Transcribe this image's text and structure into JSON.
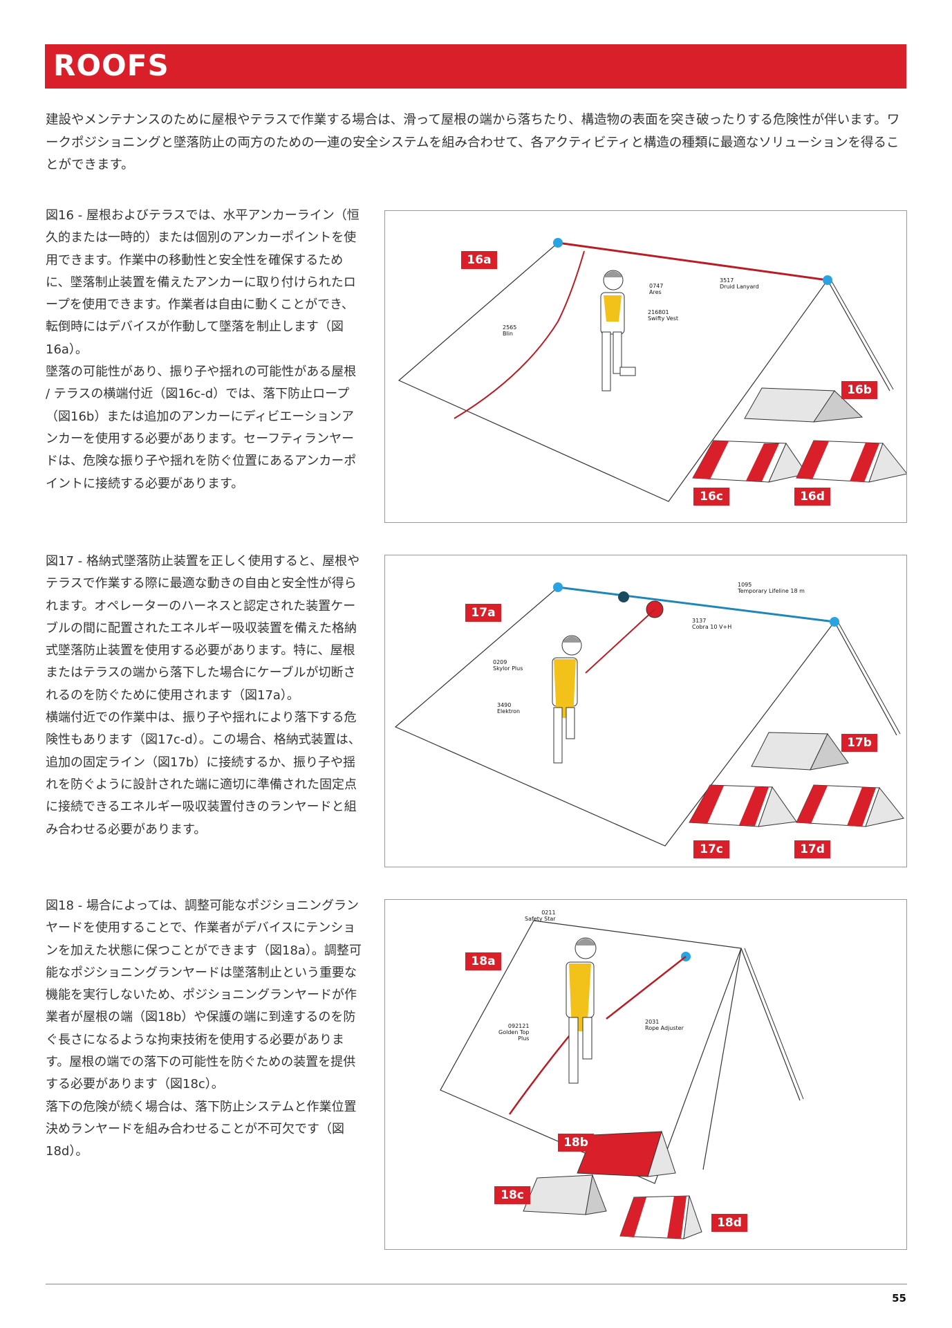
{
  "header": {
    "title": "ROOFS"
  },
  "intro": "建設やメンテナンスのために屋根やテラスで作業する場合は、滑って屋根の端から落ちたり、構造物の表面を突き破ったりする危険性が伴います。ワークポジショニングと墜落防止の両方のための一連の安全システムを組み合わせて、各アクティビティと構造の種類に最適なソリューションを得ることができます。",
  "sections": [
    {
      "paragraphs": [
        "図16 - 屋根およびテラスでは、水平アンカーライン（恒久的または一時的）または個別のアンカーポイントを使用できます。作業中の移動性と安全性を確保するために、墜落制止装置を備えたアンカーに取り付けられたロープを使用できます。作業者は自由に動くことができ、転倒時にはデバイスが作動して墜落を制止します（図16a）。",
        "墜落の可能性があり、振り子や揺れの可能性がある屋根 / テラスの横端付近（図16c-d）では、落下防止ロープ（図16b）または追加のアンカーにディビエーションアンカーを使用する必要があります。セーフティランヤードは、危険な振り子や揺れを防ぐ位置にあるアンカーポイントに接続する必要があります。"
      ]
    },
    {
      "paragraphs": [
        "図17 - 格納式墜落防止装置を正しく使用すると、屋根やテラスで作業する際に最適な動きの自由と安全性が得られます。オペレーターのハーネスと認定された装置ケーブルの間に配置されたエネルギー吸収装置を備えた格納式墜落防止装置を使用する必要があります。特に、屋根またはテラスの端から落下した場合にケーブルが切断されるのを防ぐために使用されます（図17a）。",
        "横端付近での作業中は、振り子や揺れにより落下する危険性もあります（図17c-d）。この場合、格納式装置は、追加の固定ライン（図17b）に接続するか、振り子や揺れを防ぐように設計された端に適切に準備された固定点に接続できるエネルギー吸収装置付きのランヤードと組み合わせる必要があります。"
      ]
    },
    {
      "paragraphs": [
        "図18 - 場合によっては、調整可能なポジショニングランヤードを使用することで、作業者がデバイスにテンションを加えた状態に保つことができます（図18a）。調整可能なポジショニングランヤードは墜落制止という重要な機能を実行しないため、ポジショニングランヤードが作業者が屋根の端（図18b）や保護の端に到達するのを防ぐ長さになるような拘束技術を使用する必要があります。屋根の端での落下の可能性を防ぐための装置を提供する必要があります（図18c）。",
        "落下の危険が続く場合は、落下防止システムと作業位置決めランヤードを組み合わせることが不可欠です（図18d）。"
      ]
    }
  ],
  "figures": {
    "fig16": {
      "labels": [
        "16a",
        "16b",
        "16c",
        "16d"
      ],
      "callouts": {
        "ares": "0747\nAres",
        "druid": "3517\nDruid Lanyard",
        "swifty": "216801\nSwifty Vest",
        "blin": "2565\nBlin"
      }
    },
    "fig17": {
      "labels": [
        "17a",
        "17b",
        "17c",
        "17d"
      ],
      "callouts": {
        "lifeline": "1095\nTemporary Lifeline 18 m",
        "cobra": "3137\nCobra 10 V+H",
        "skylor": "0209\nSkylor Plus",
        "elektron": "3490\nElektron"
      }
    },
    "fig18": {
      "labels": [
        "18a",
        "18b",
        "18c",
        "18d"
      ],
      "callouts": {
        "safety_star": "0211\nSafety Star",
        "golden_top": "092121\nGolden Top\nPlus",
        "rope_adjuster": "2031\nRope Adjuster"
      }
    }
  },
  "footer": {
    "page_number": "55"
  },
  "colors": {
    "accent": "#d9202a",
    "anchor": "#2aa3e0",
    "harness": "#f2c21b"
  }
}
